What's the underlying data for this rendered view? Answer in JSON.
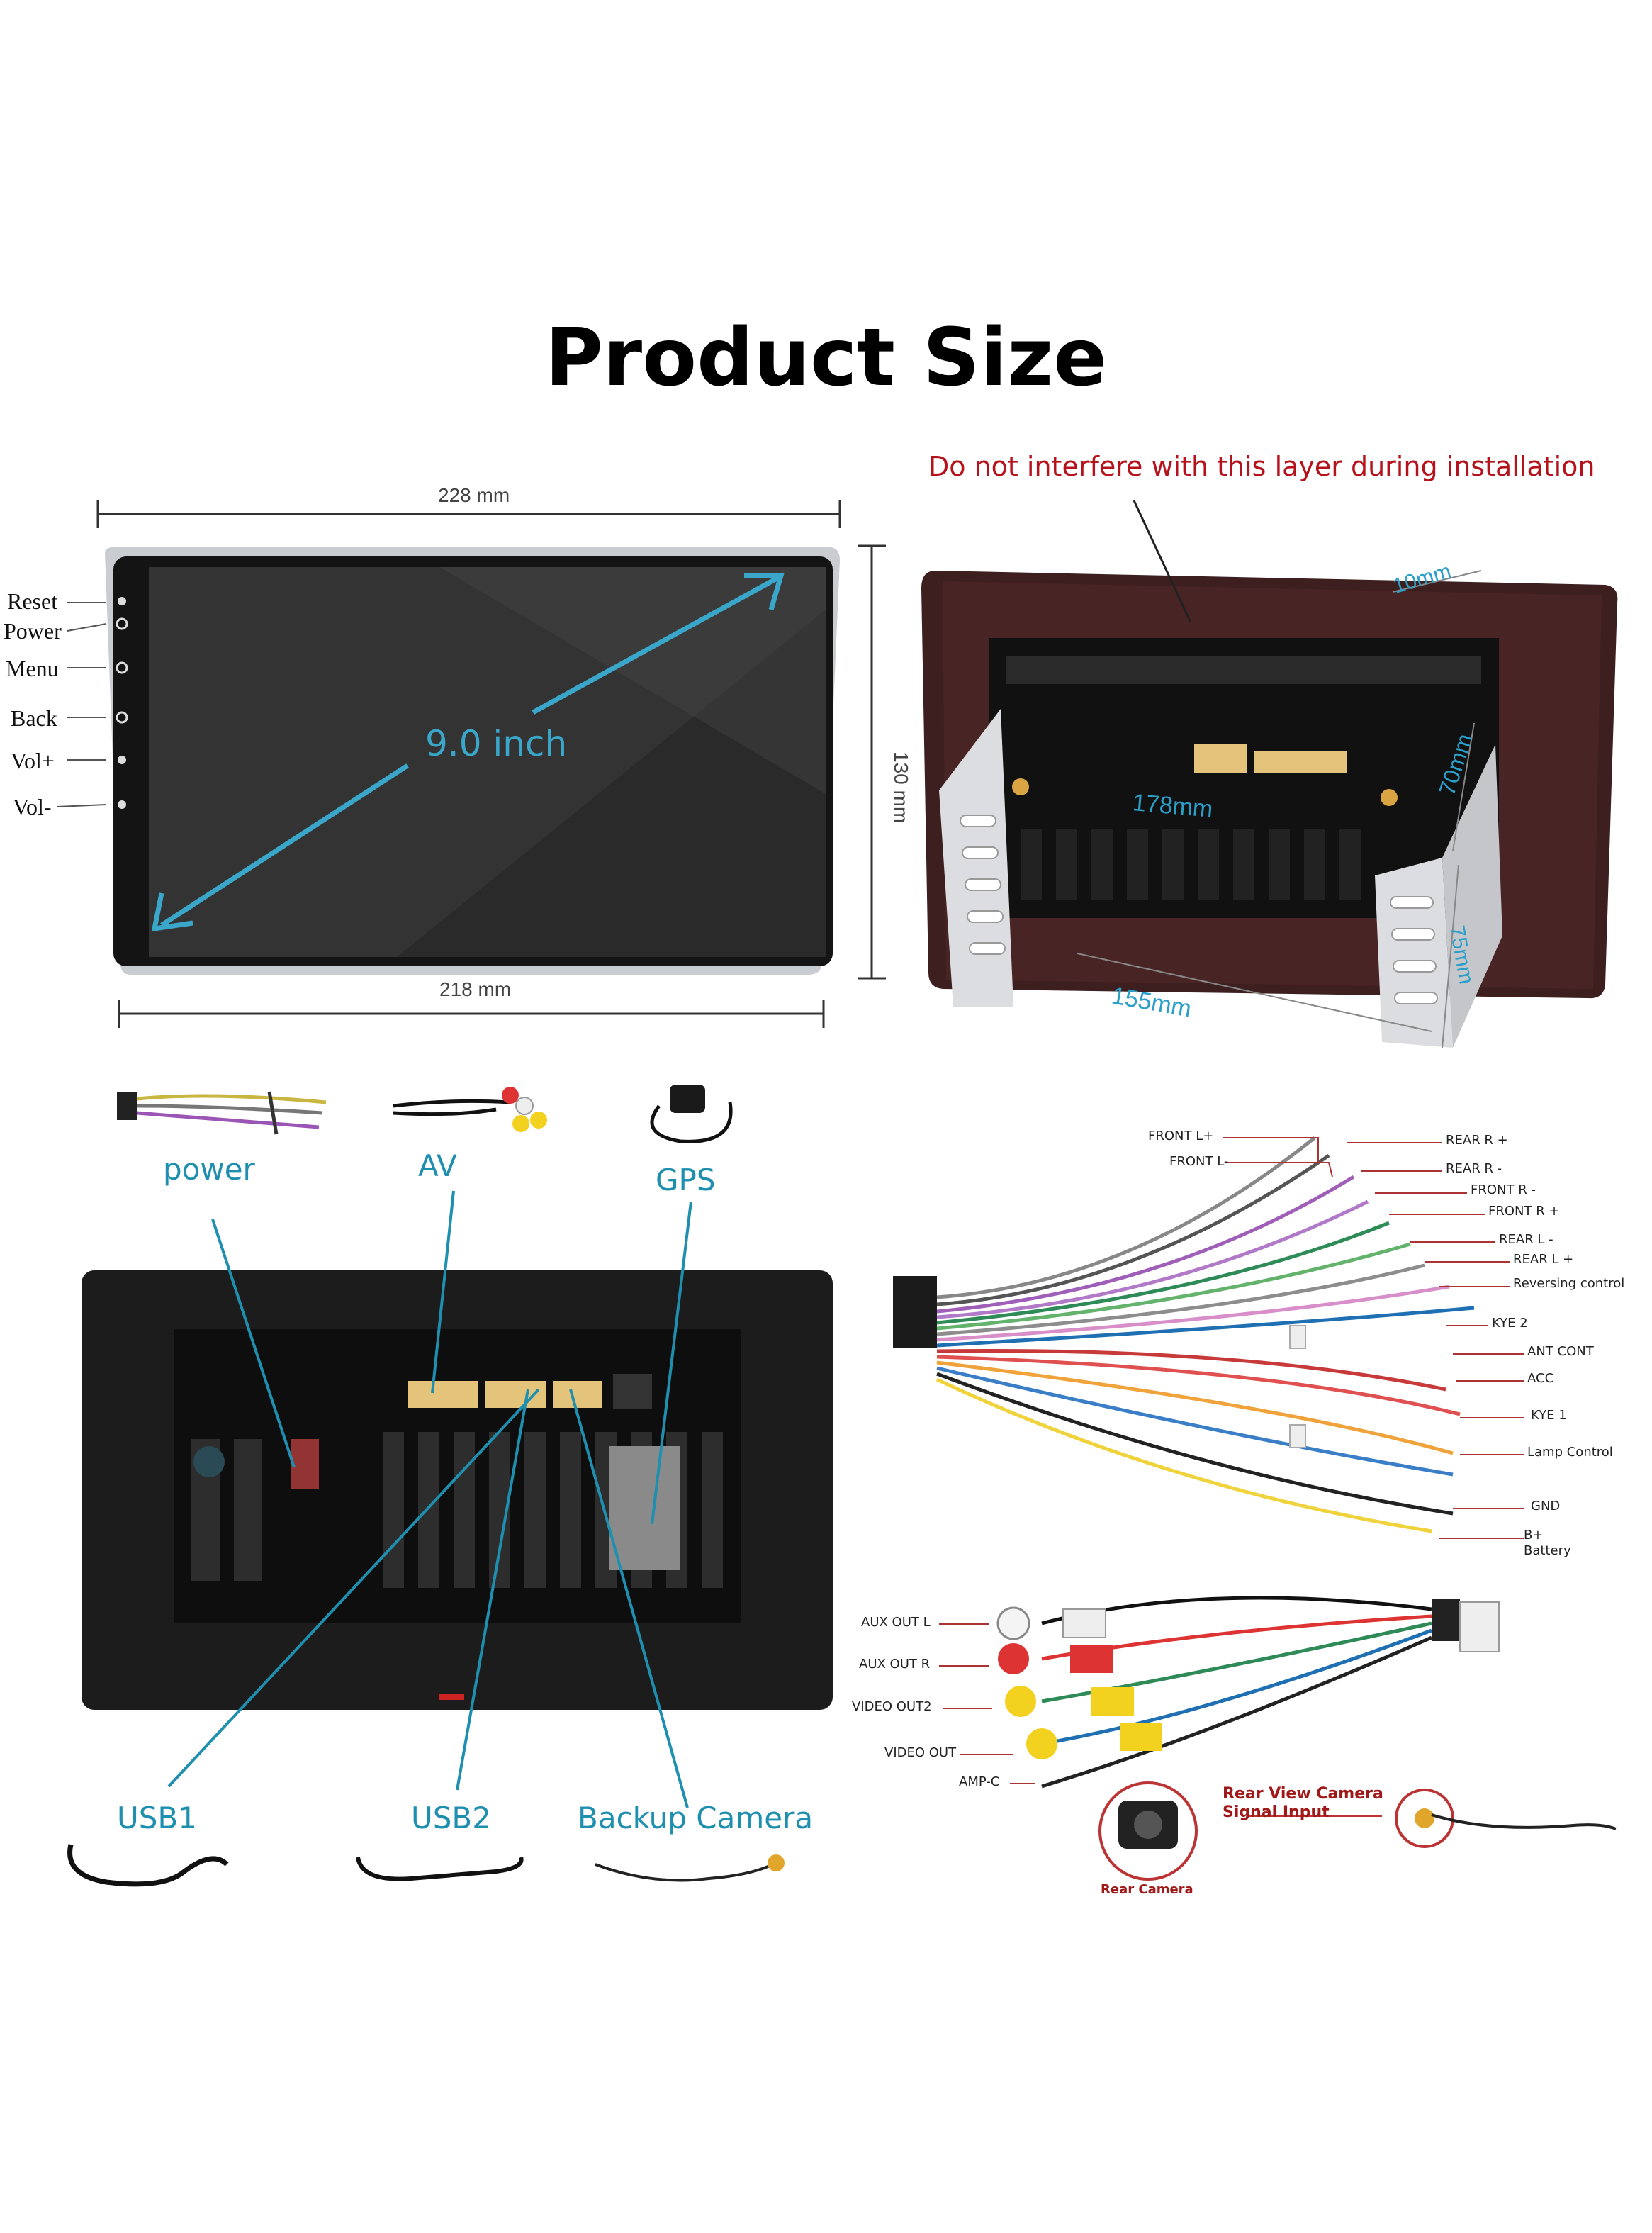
{
  "title": "Product Size",
  "warning": "Do not interfere with this layer during installation",
  "front_view": {
    "width_top": "228 mm",
    "width_bottom": "218 mm",
    "height": "130 mm",
    "screen_size": "9.0 inch",
    "side_buttons": [
      "Reset",
      "Power",
      "Menu",
      "Back",
      "Vol+",
      "Vol-"
    ]
  },
  "back_view": {
    "depth_top": "10mm",
    "width_inner": "178mm",
    "height_side": "70mm",
    "width_bottom": "155mm",
    "height_bottom": "75mm"
  },
  "accessories_top": [
    "power",
    "AV",
    "GPS"
  ],
  "accessories_bottom": [
    "USB1",
    "USB2",
    "Backup Camera"
  ],
  "power_harness_labels": [
    "FRONT L+",
    "FRONT L-",
    "REAR R +",
    "REAR R -",
    "FRONT R -",
    "FRONT R +",
    "REAR L -",
    "REAR L +",
    "Reversing control",
    "KYE 2",
    "ANT CONT",
    "ACC",
    "KYE 1",
    "Lamp Control",
    "GND",
    "B+\nBattery"
  ],
  "av_harness_labels": [
    "AUX OUT L",
    "AUX OUT R",
    "VIDEO OUT2",
    "VIDEO OUT",
    "AMP-C"
  ],
  "camera": {
    "signal_label": "Rear View Camera\nSignal Input",
    "caption": "Rear Camera"
  },
  "colors": {
    "cyan": "#1f8fb0",
    "warning_red": "#b5121b",
    "frame_brown": "#4a2424"
  }
}
